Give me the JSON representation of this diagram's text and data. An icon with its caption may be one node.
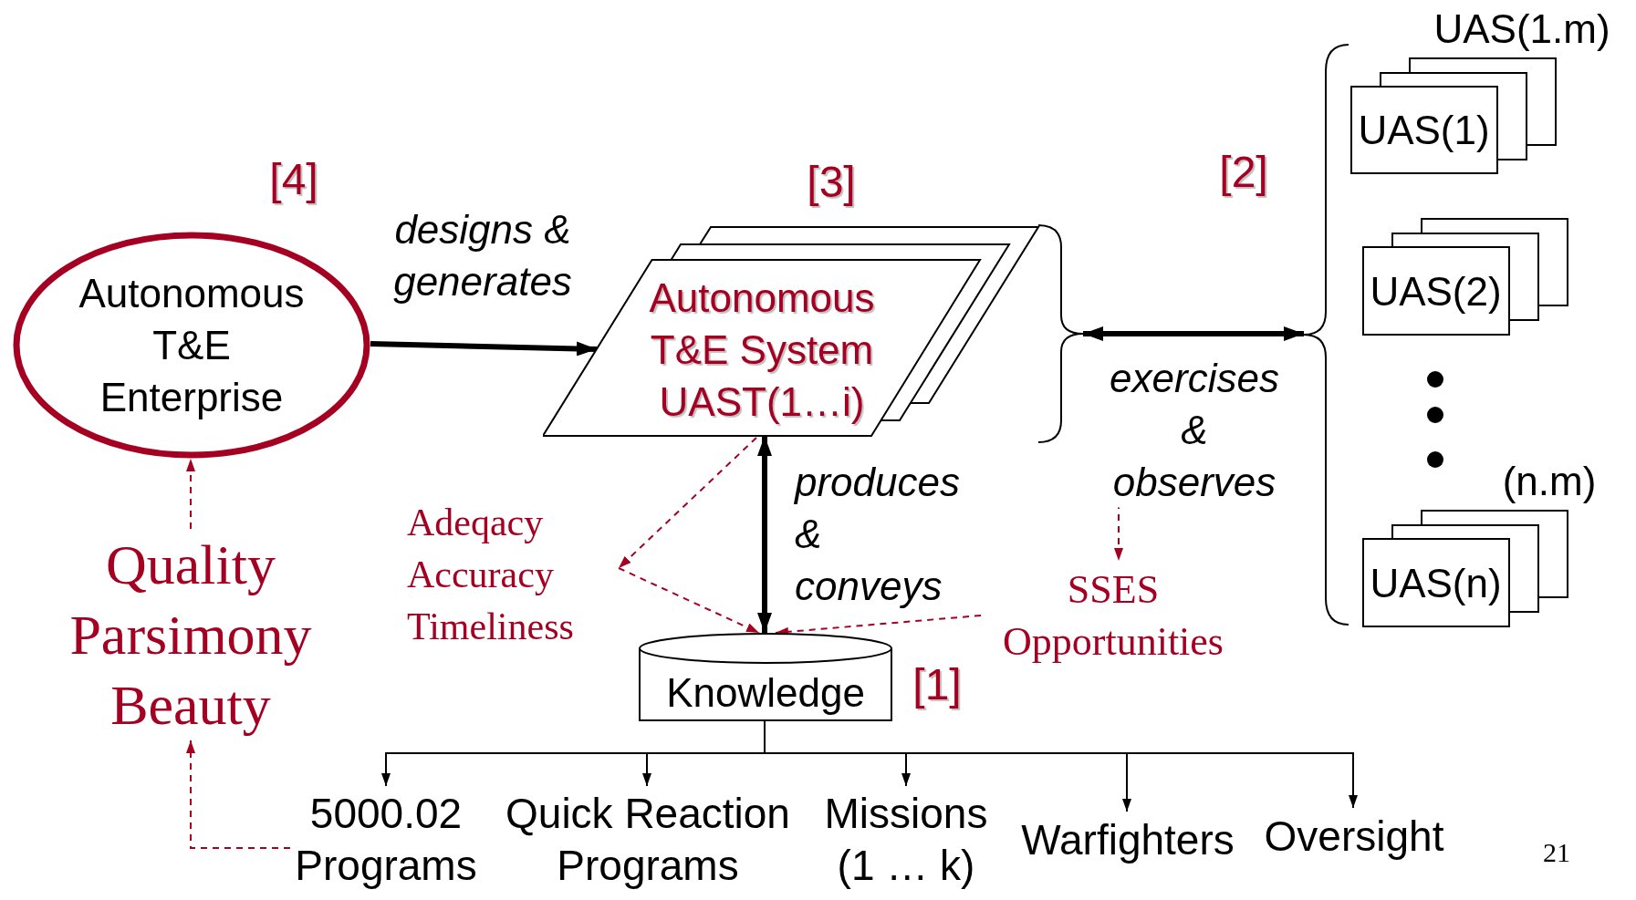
{
  "diagram": {
    "nodes": [
      {
        "text": [
          "Autonomous T&E Enterprise"
        ]
      },
      {
        "text": [
          "Autonomous T&E System UAST(1…i)"
        ]
      },
      {
        "text": [],
        "shape": "bracket"
      },
      {
        "text": [
          "UAS(1)"
        ]
      },
      {
        "text": [
          "UAS(2)"
        ]
      },
      {
        "text": [
          "UAS(n)"
        ]
      },
      {
        "text": [
          "Quality Parsimony Beauty"
        ]
      },
      {
        "text": [
          "Adeqacy Accuracy Timeliness"
        ]
      },
      {
        "text": [
          "SSES Opportunities"
        ]
      },
      {
        "text": [
          "Knowledge"
        ]
      },
      {
        "text": [
          "5000.02 Programs"
        ]
      },
      {
        "text": [
          "Quick Reaction Programs"
        ]
      },
      {
        "text": [
          "Missions (1 … k)"
        ]
      },
      {
        "text": [
          "Warfighters"
        ]
      },
      {
        "text": [
          "Oversight"
        ]
      }
    ],
    "edges": [
      {
        "from": 0,
        "to": 1,
        "arrow": "to",
        "label": "designs & generates",
        "style": "thick"
      },
      {
        "from": 1,
        "to": 2,
        "arrow": "both",
        "label": "exercises & observes",
        "style": "thick"
      },
      {
        "from": 1,
        "to": 9,
        "arrow": "both",
        "label": "produces & conveys",
        "style": "thick"
      },
      {
        "from": 1,
        "to": 7,
        "arrow": "to",
        "style": "dashed",
        "color": "#a50021"
      },
      {
        "from": 7,
        "to": 9,
        "arrow": "to",
        "style": "dashed",
        "color": "#a50021"
      },
      {
        "from": 8,
        "to": 9,
        "arrow": "to",
        "style": "dashed",
        "color": "#a50021"
      },
      {
        "from": null,
        "to": 8,
        "arrow": "to",
        "style": "dashed",
        "color": "#a50021"
      },
      {
        "from": 6,
        "to": 0,
        "arrow": "to",
        "style": "dashed",
        "color": "#a50021"
      },
      {
        "from": 10,
        "to": 6,
        "arrow": "to",
        "style": "dashed",
        "color": "#a50021"
      },
      {
        "from": 9,
        "to": 10,
        "arrow": "to"
      },
      {
        "from": 9,
        "to": 11,
        "arrow": "to"
      },
      {
        "from": 9,
        "to": 12,
        "arrow": "to"
      },
      {
        "from": 9,
        "to": 13,
        "arrow": "to"
      },
      {
        "from": 9,
        "to": 14,
        "arrow": "to"
      }
    ],
    "labels": [
      "UAS(1.m)",
      "[4]",
      "[3]",
      "[2]",
      "(n.m)",
      "[1]",
      "21"
    ]
  }
}
